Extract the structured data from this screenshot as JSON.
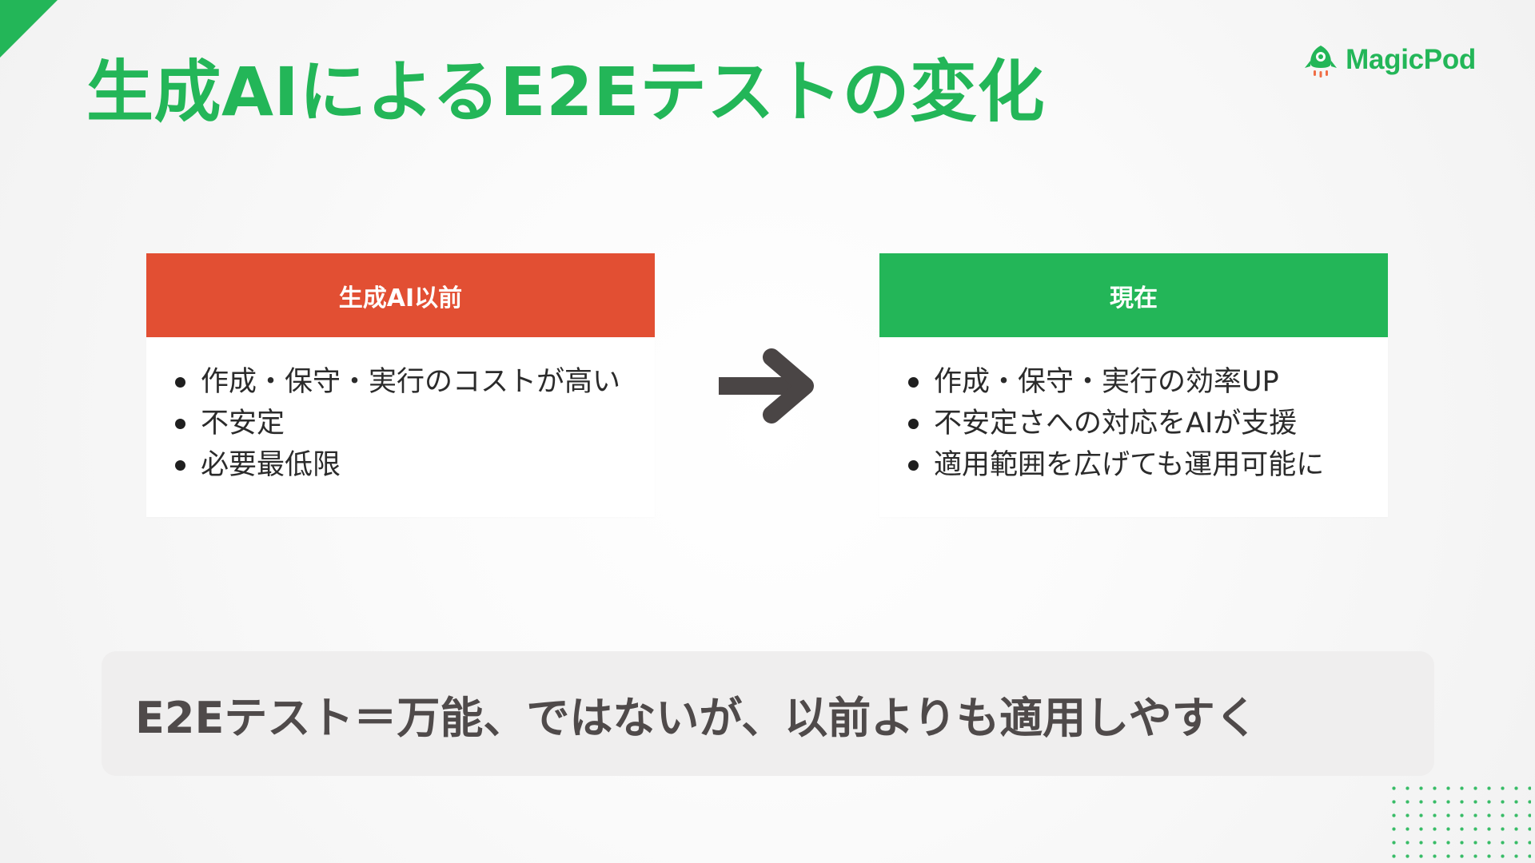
{
  "title": "生成AIによるE2Eテストの変化",
  "logo": {
    "text": "MagicPod",
    "icon": "rocket-logo-icon",
    "color": "#23b658"
  },
  "colors": {
    "accent_green": "#23b658",
    "before_red": "#e24f33",
    "summary_bg": "#efeeee",
    "summary_text": "#4f4a4a"
  },
  "before": {
    "header": "生成AI以前",
    "items": [
      "作成・保守・実行のコストが高い",
      "不安定",
      "必要最低限"
    ]
  },
  "after": {
    "header": "現在",
    "items": [
      "作成・保守・実行の効率UP",
      "不安定さへの対応をAIが支援",
      "適用範囲を広げても運用可能に"
    ]
  },
  "arrow": {
    "icon": "right-arrow-icon"
  },
  "summary": "E2Eテスト＝万能、ではないが、以前よりも適用しやすく"
}
